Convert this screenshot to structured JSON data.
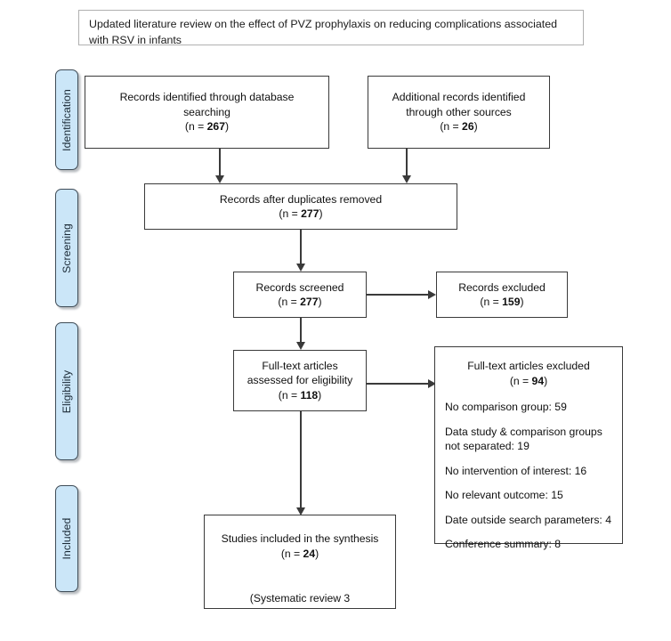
{
  "title": {
    "text": "Updated literature review on the effect of PVZ prophylaxis on reducing complications associated with RSV in infants"
  },
  "stages": [
    {
      "label": "Identification"
    },
    {
      "label": "Screening"
    },
    {
      "label": "Eligibility"
    },
    {
      "label": "Included"
    }
  ],
  "nodes": {
    "database_search": {
      "line1": "Records identified through database",
      "line2": "searching",
      "count": "(n = 267)",
      "count_prefix": "(n = ",
      "count_value": "267",
      "count_suffix": ")"
    },
    "other_sources": {
      "line1": "Additional records identified",
      "line2": "through other sources",
      "count_prefix": "(n = ",
      "count_value": "26",
      "count_suffix": ")"
    },
    "duplicates_removed": {
      "line1": "Records after duplicates removed",
      "count_prefix": "(n = ",
      "count_value": "277",
      "count_suffix": ")"
    },
    "records_screened": {
      "line1": "Records screened",
      "count_prefix": "(n = ",
      "count_value": "277",
      "count_suffix": ")"
    },
    "records_excluded": {
      "line1": "Records excluded",
      "count_prefix": "(n = ",
      "count_value": "159",
      "count_suffix": ")"
    },
    "fulltext_assessed": {
      "line1": "Full-text articles",
      "line2": "assessed for eligibility",
      "count_prefix": "(n = ",
      "count_value": "118",
      "count_suffix": ")"
    },
    "fulltext_excluded": {
      "header": "Full-text articles excluded",
      "count_prefix": "(n = ",
      "count_value": "94",
      "count_suffix": ")",
      "reasons": [
        "No comparison group: 59",
        "Data study & comparison groups not separated: 19",
        "No intervention of interest: 16",
        "No relevant outcome: 15",
        "Date outside search parameters: 4",
        "Conference summary: 8"
      ]
    },
    "studies_included": {
      "line1": "Studies included in the synthesis",
      "count_prefix": "(n = ",
      "count_value": "24",
      "count_suffix": ")",
      "note": "(Systematic review 3"
    }
  },
  "colors": {
    "stage_fill": "#cbe6f8",
    "stage_border": "#3f4c57",
    "node_border": "#3a3a3a",
    "connector": "#3a3a3a",
    "title_border": "#b0b0b0",
    "background": "#ffffff"
  }
}
